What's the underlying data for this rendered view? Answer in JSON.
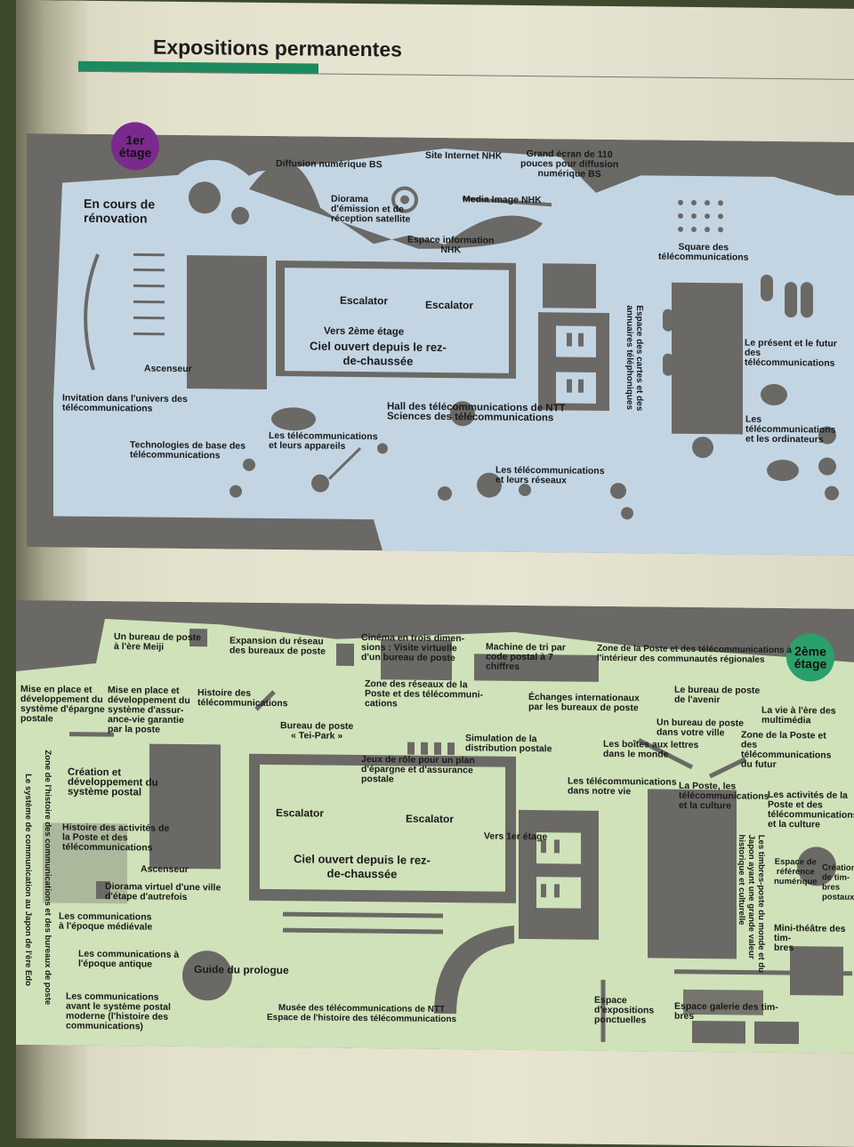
{
  "page": {
    "title": "Expositions permanentes",
    "colors": {
      "floor1": "#c3d5e3",
      "floor2": "#cfe2b9",
      "wall": "#6b6965",
      "accent": "#1e8a5f",
      "badge1": "#7a2a8c",
      "badge2": "#2aa06a"
    }
  },
  "floor1": {
    "badge": "1er\nétage",
    "labels": {
      "diffusion_bs": "Diffusion numérique BS",
      "site_internet": "Site Internet NHK",
      "grand_ecran": "Grand écran de 110\npouces pour diffusion\nnumérique BS",
      "renovation": "En cours de\nrénovation",
      "diorama": "Diorama\nd'émission et de\nréception satellite",
      "media_image": "Media Image NHK",
      "espace_info": "Espace information\nNHK",
      "square": "Square des\ntélécommunications",
      "escalator_left": "Escalator",
      "escalator_right": "Escalator",
      "vers_2eme": "Vers 2ème étage",
      "ciel_ouvert": "Ciel ouvert depuis le rez-\nde-chaussée",
      "espace_cartes": "Espace des cartes et des\nannuaires téléphoniques",
      "present_futur": "Le présent et le futur des\ntélécommunications",
      "ascenseur": "Ascenseur",
      "invitation": "Invitation dans l'univers des\ntélécommunications",
      "hall_ntt": "Hall des télécommunications de NTT\nSciences des télécommunications",
      "telecom_ordinateurs": "Les télécommunications\net les ordinateurs",
      "technologies": "Technologies de base des\ntélécommunications",
      "telecom_appareils": "Les télécommunications\net leurs appareils",
      "telecom_reseaux": "Les télécommunications\net leurs réseaux"
    }
  },
  "floor2": {
    "badge": "2ème\nétage",
    "labels": {
      "bureau_meiji": "Un bureau de poste\nà l'ère Meiji",
      "expansion": "Expansion du réseau\ndes bureaux de poste",
      "cinema": "Cinéma en trois dimen-\nsions : Visite virtuelle\nd'un bureau de poste",
      "machine_tri": "Machine de tri par\ncode postal à 7\nchiffres",
      "zone_poste_interieur": "Zone de la Poste et des télécommunications à\nl'intérieur des communautés régionales",
      "mise_epargne": "Mise en place et\ndéveloppement du\nsystème d'épargne\npostale",
      "mise_assurance": "Mise en place et\ndéveloppement du\nsystème d'assur-\nance-vie garantie\npar la poste",
      "histoire_telecom": "Histoire des\ntélécommunications",
      "zone_reseaux": "Zone des réseaux de la\nPoste et des télécommuni-\ncations",
      "echanges": "Échanges internationaux\npar les bureaux de poste",
      "bureau_avenir": "Le bureau de poste\nde l'avenir",
      "vie_multimedia": "La vie à l'ère des\nmultimédia",
      "bureau_tei_park": "Bureau de poste\n« Tei-Park »",
      "simulation": "Simulation de la\ndistribution postale",
      "bureau_ville": "Un bureau de poste\ndans votre ville",
      "zone_futur": "Zone de la Poste et\ndes\ntélécommunications\ndu futur",
      "zone_histoire_vertical": "Zone de l'histoire des communications et des bureaux de poste",
      "systeme_vertical": "Le système de communication au Japon de l'ère Edo",
      "creation_postal": "Création et\ndéveloppement du\nsystème postal",
      "jeux_role": "Jeux de rôle pour un plan\nd'épargne et d'assurance\npostale",
      "boites_lettres": "Les boîtes aux lettres\ndans le monde",
      "telecom_vie": "Les télécommunications\ndans notre vie",
      "poste_culture": "La Poste, les\ntélécommunications\net la culture",
      "activites_poste_culture": "Les activités de la\nPoste et des\ntélécommunications\net la culture",
      "escalator_left": "Escalator",
      "escalator_right": "Escalator",
      "histoire_activites": "Histoire des activités de\nla Poste et des\ntélécommunications",
      "vers_1er": "Vers 1er étage",
      "ascenseur": "Ascenseur",
      "ciel_ouvert": "Ciel ouvert depuis le rez-\nde-chaussée",
      "timbres_vertical": "Les timbres-poste du monde et du\nJapon ayant une grande valeur\nhistorique et culturelle",
      "espace_reference": "Espace de\nréférence\nnumérique",
      "creation_timbres": "Création de tim-\nbres\npostaux",
      "diorama_virtuel": "Diorama virtuel d'une ville\nd'étape d'autrefois",
      "epoque_medievale": "Les communications\nà l'époque médiévale",
      "epoque_antique": "Les communications à\nl'époque antique",
      "mini_theatre": "Mini-théâtre des tim-\nbres",
      "guide_prologue": "Guide du prologue",
      "avant_postal": "Les communications\navant le système postal\nmoderne (l'histoire des\ncommunications)",
      "musee_ntt": "Musée des télécommunications de NTT\nEspace de l'histoire des télécommunications",
      "expositions_ponctuelles": "Espace\nd'expositions\nponctuelles",
      "galerie_timbres": "Espace galerie des tim-\nbres"
    }
  }
}
